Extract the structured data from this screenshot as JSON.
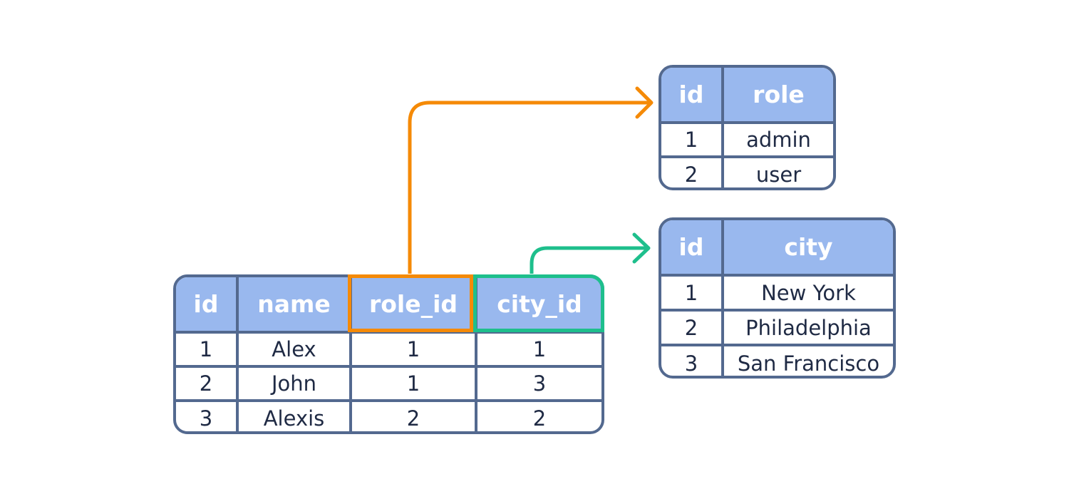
{
  "colors": {
    "header_fill": "#99b8ee",
    "border": "#53698f",
    "header_text": "#ffffff",
    "cell_text": "#1f2a44",
    "role_fk": "#f58a07",
    "city_fk": "#1ebf8c"
  },
  "users_table": {
    "columns": [
      "id",
      "name",
      "role_id",
      "city_id"
    ],
    "rows": [
      [
        "1",
        "Alex",
        "1",
        "1"
      ],
      [
        "2",
        "John",
        "1",
        "3"
      ],
      [
        "3",
        "Alexis",
        "2",
        "2"
      ]
    ]
  },
  "roles_table": {
    "columns": [
      "id",
      "role"
    ],
    "rows": [
      [
        "1",
        "admin"
      ],
      [
        "2",
        "user"
      ]
    ]
  },
  "cities_table": {
    "columns": [
      "id",
      "city"
    ],
    "rows": [
      [
        "1",
        "New York"
      ],
      [
        "2",
        "Philadelphia"
      ],
      [
        "3",
        "San Francisco"
      ]
    ]
  }
}
